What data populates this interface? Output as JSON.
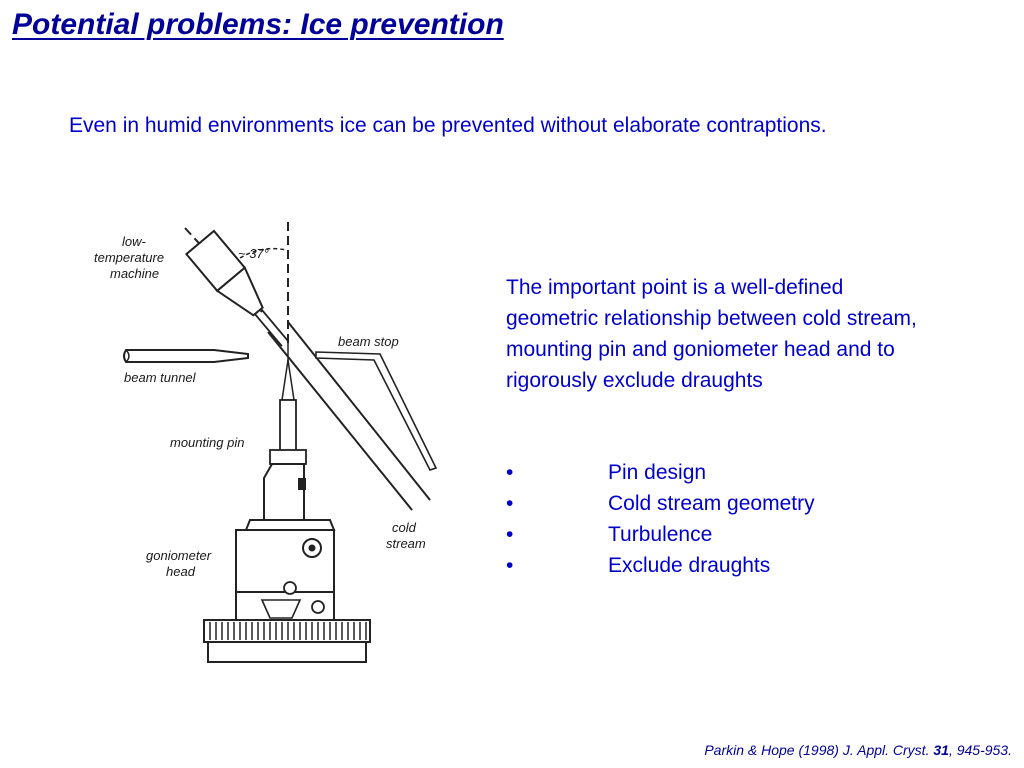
{
  "slide": {
    "title": "Potential problems: Ice prevention",
    "intro": "Even in humid environments ice can be prevented without elaborate contraptions.",
    "body": "The important point is a well-defined geometric relationship between cold stream, mounting pin and goniometer head and to rigorously exclude draughts",
    "bullets": [
      {
        "marker": "•",
        "text": "Pin design"
      },
      {
        "marker": "•",
        "text": "Cold stream geometry"
      },
      {
        "marker": "•",
        "text": "Turbulence"
      },
      {
        "marker": "•",
        "text": "Exclude draughts"
      }
    ]
  },
  "figure": {
    "labels": {
      "low_temp_1": "low-",
      "low_temp_2": "temperature",
      "low_temp_3": "machine",
      "angle": "~ 37°",
      "beam_stop": "beam stop",
      "beam_tunnel": "beam tunnel",
      "mounting_pin": "mounting pin",
      "cold_1": "cold",
      "cold_2": "stream",
      "gonio_1": "goniometer",
      "gonio_2": "head"
    }
  },
  "citation": {
    "prefix": "Parkin & Hope (1998) J. Appl. Cryst. ",
    "volume": "31",
    "pages": ", 945-953."
  }
}
